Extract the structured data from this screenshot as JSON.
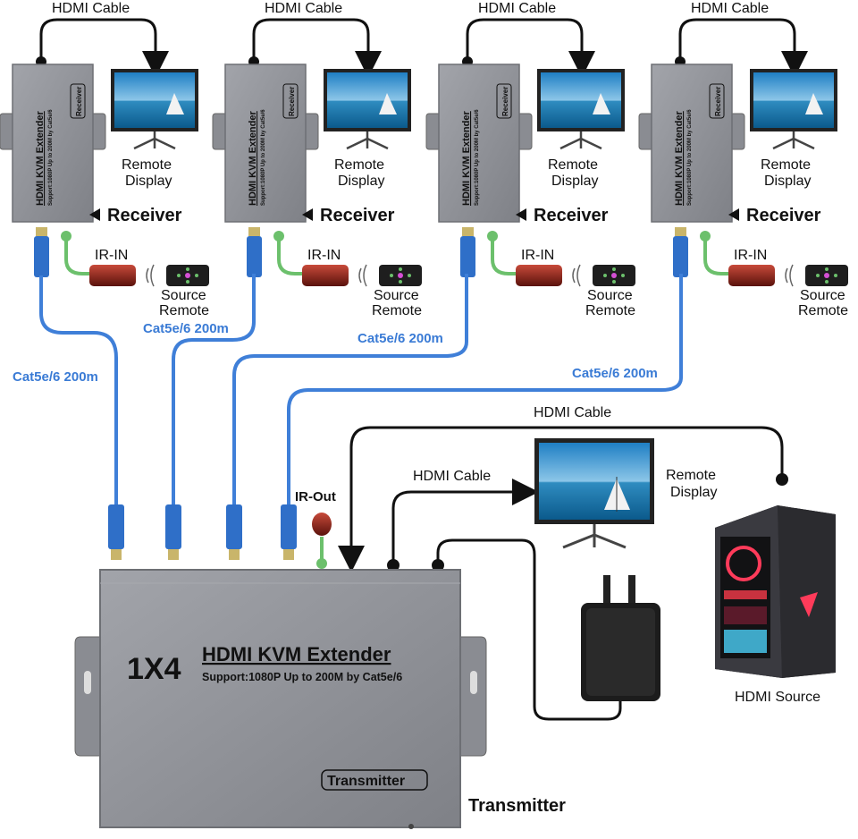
{
  "receivers": [
    {
      "hdmi_cable_label": "HDMI Cable",
      "device_title": "HDMI KVM Extender",
      "device_subtitle": "Support:1080P Up to 200M by Cat5e/6",
      "device_badge": "Receiver",
      "display_label_1": "Remote",
      "display_label_2": "Display",
      "role_label": "Receiver",
      "ir_label": "IR-IN",
      "remote_label_1": "Source",
      "remote_label_2": "Remote",
      "cable_label": "Cat5e/6 200m"
    },
    {
      "hdmi_cable_label": "HDMI Cable",
      "device_title": "HDMI KVM Extender",
      "device_subtitle": "Support:1080P Up to 200M by Cat5e/6",
      "device_badge": "Receiver",
      "display_label_1": "Remote",
      "display_label_2": "Display",
      "role_label": "Receiver",
      "ir_label": "IR-IN",
      "remote_label_1": "Source",
      "remote_label_2": "Remote",
      "cable_label": "Cat5e/6 200m"
    },
    {
      "hdmi_cable_label": "HDMI Cable",
      "device_title": "HDMI KVM Extender",
      "device_subtitle": "Support:1080P Up to 200M by Cat5e/6",
      "device_badge": "Receiver",
      "display_label_1": "Remote",
      "display_label_2": "Display",
      "role_label": "Receiver",
      "ir_label": "IR-IN",
      "remote_label_1": "Source",
      "remote_label_2": "Remote",
      "cable_label": "Cat5e/6 200m"
    },
    {
      "hdmi_cable_label": "HDMI Cable",
      "device_title": "HDMI KVM Extender",
      "device_subtitle": "Support:1080P Up to 200M by Cat5e/6",
      "device_badge": "Receiver",
      "display_label_1": "Remote",
      "display_label_2": "Display",
      "role_label": "Receiver",
      "ir_label": "IR-IN",
      "remote_label_1": "Source",
      "remote_label_2": "Remote",
      "cable_label": "Cat5e/6 200m"
    }
  ],
  "transmitter": {
    "model": "1X4",
    "title": "HDMI KVM Extender",
    "subtitle": "Support:1080P Up to 200M by Cat5e/6",
    "badge": "Transmitter",
    "role_label": "Transmitter",
    "ir_out_label": "IR-Out"
  },
  "source": {
    "hdmi_cable_top": "HDMI Cable",
    "hdmi_cable_local": "HDMI Cable",
    "local_display_1": "Remote",
    "local_display_2": "Display",
    "source_label": "HDMI Source"
  },
  "colors": {
    "device_body": "#8e9096",
    "network_cable": "#3f7fd8",
    "ir_cable": "#6cc06c",
    "label_blue": "#3a7bd5",
    "power_cable": "#111111"
  }
}
